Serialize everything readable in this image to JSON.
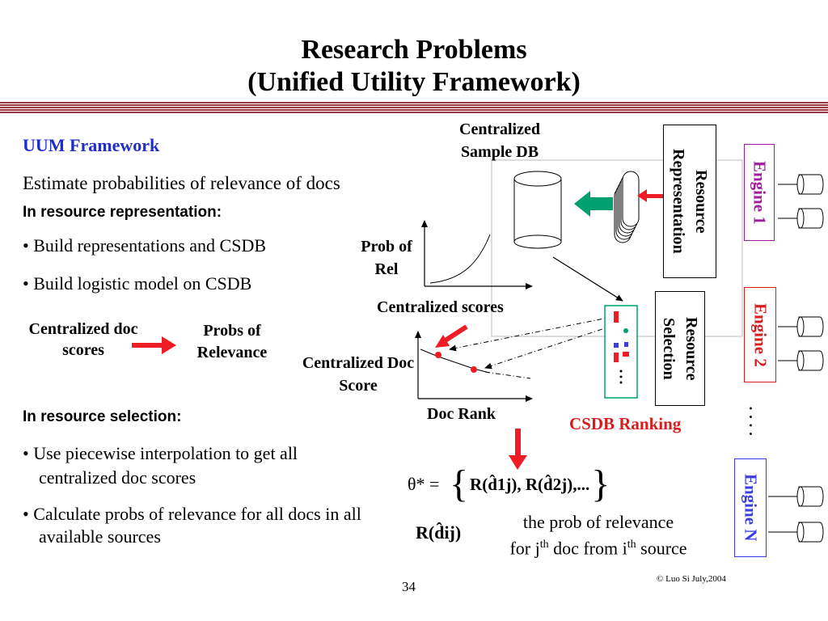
{
  "slide": {
    "title_line1": "Research Problems",
    "title_line2": "(Unified Utility Framework)",
    "page_number": "34",
    "copyright": "© Luo Si July,2004",
    "colors": {
      "band": "#9b3b44",
      "heading_blue": "#1f2ec9",
      "engine_purple": "#a11c9e",
      "engine_red": "#d51e1e",
      "engine_blue": "#3a3ee0",
      "arrow_red": "#ee1c24",
      "arrow_teal": "#00a070"
    }
  },
  "left": {
    "uum_heading": "UUM Framework",
    "estimate_text": "Estimate probabilities of relevance of docs",
    "resource_rep_heading": "In resource representation:",
    "rep_bullets": [
      "Build representations and CSDB",
      "Build logistic model on CSDB"
    ],
    "flow_from": "Centralized doc scores",
    "flow_to": "Probs of Relevance",
    "resource_sel_heading": "In resource selection:",
    "sel_bullets": [
      "Use piecewise interpolation to get all centralized doc scores",
      "Calculate probs of relevance for all docs in all available sources"
    ]
  },
  "diagram": {
    "csdb_label": "Centralized Sample DB",
    "resource_representation": "Resource Representation",
    "resource_selection": "Resource Selection",
    "engines": [
      "Engine 1",
      "Engine 2",
      "Engine N"
    ],
    "engine_dots": "· · · ·",
    "prob_of_rel": "Prob of Rel",
    "centralized_scores": "Centralized scores",
    "centralized_doc_score": "Centralized Doc Score",
    "doc_rank": "Doc Rank",
    "csdb_ranking": "CSDB Ranking",
    "formula_theta": "θ* =",
    "formula_set": "R(d̂1j), R(d̂2j),...",
    "formula_rdij": "R(d̂ij)",
    "prob_line1": "the prob of relevance",
    "prob_line2_a": "for j",
    "prob_line2_sup1": "th",
    "prob_line2_b": " doc from i",
    "prob_line2_sup2": "th",
    "prob_line2_c": " source"
  }
}
